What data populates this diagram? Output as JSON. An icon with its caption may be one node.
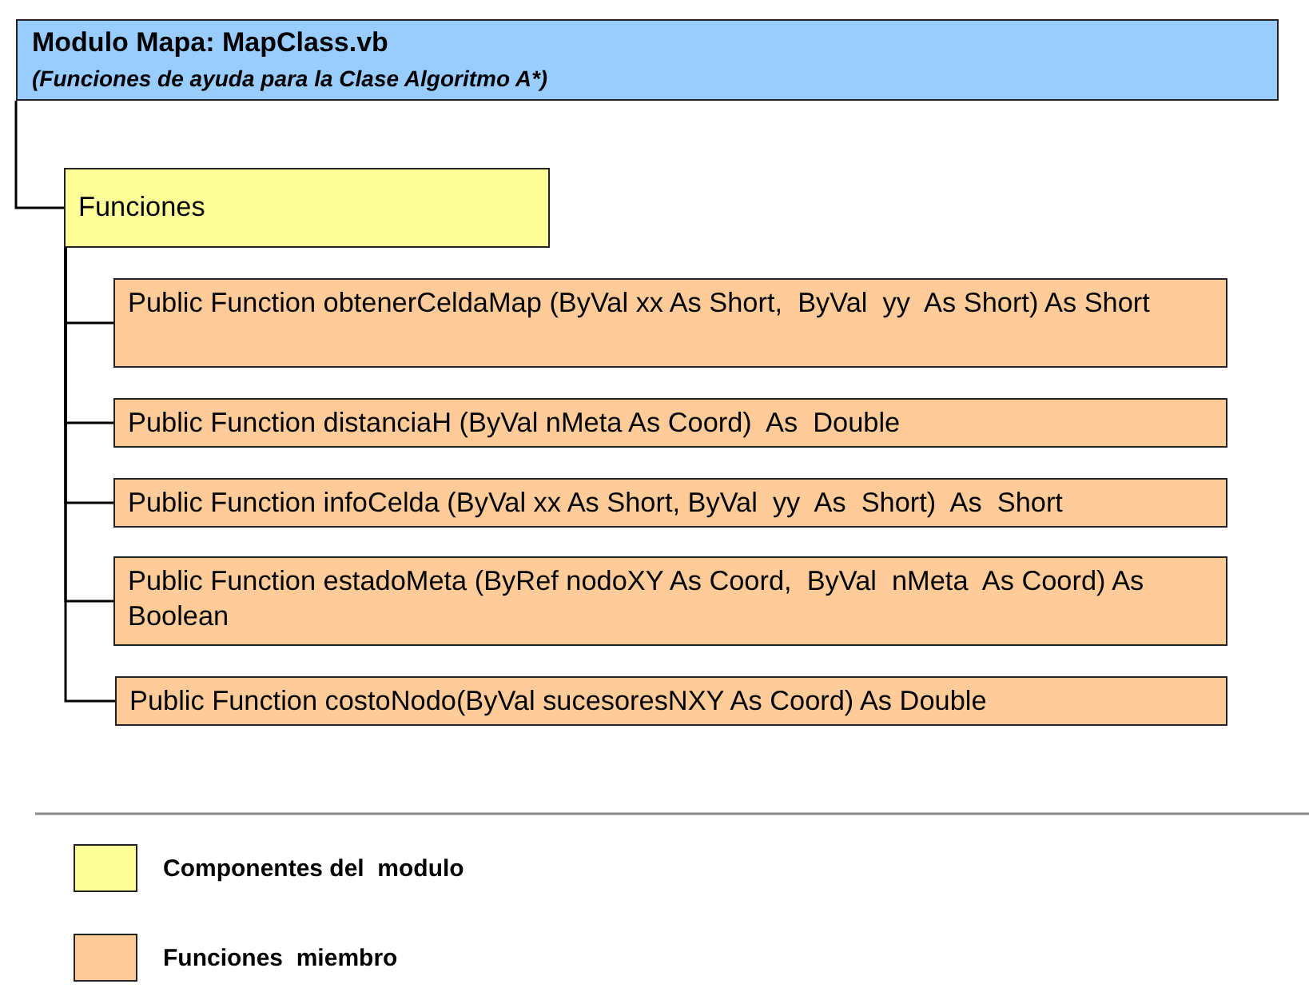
{
  "diagram": {
    "nodes": [
      {
        "text": [
          "Modulo Mapa: MapClass.vb",
          "(Funciones de ayuda para la Clase Algoritmo A*)"
        ]
      },
      {
        "text": [
          "Funciones"
        ]
      },
      {
        "text": [
          "Public Function obtenerCeldaMap (ByVal xx As Short,  ByVal  yy  As Short) As Short"
        ]
      },
      {
        "text": [
          "Public Function distanciaH (ByVal nMeta As Coord)  As  Double"
        ]
      },
      {
        "text": [
          "Public Function infoCelda (ByVal xx As Short, ByVal  yy  As  Short)  As  Short"
        ]
      },
      {
        "text": [
          "Public Function estadoMeta (ByRef nodoXY As Coord,  ByVal  nMeta  As Coord) As Boolean"
        ]
      },
      {
        "text": [
          "Public Function costoNodo(ByVal sucesoresNXY As Coord) As Double"
        ]
      }
    ],
    "edges": [
      {
        "from": 0,
        "to": 1,
        "arrow": "none"
      },
      {
        "from": 1,
        "to": 2,
        "arrow": "none"
      },
      {
        "from": 1,
        "to": 3,
        "arrow": "none"
      },
      {
        "from": 1,
        "to": 4,
        "arrow": "none"
      },
      {
        "from": 1,
        "to": 5,
        "arrow": "none"
      },
      {
        "from": 1,
        "to": 6,
        "arrow": "none"
      }
    ],
    "legend": [
      {
        "text": "Componentes del  modulo",
        "color": "#ffff99"
      },
      {
        "text": "Funciones  miembro",
        "color": "#ffcc99"
      }
    ]
  }
}
